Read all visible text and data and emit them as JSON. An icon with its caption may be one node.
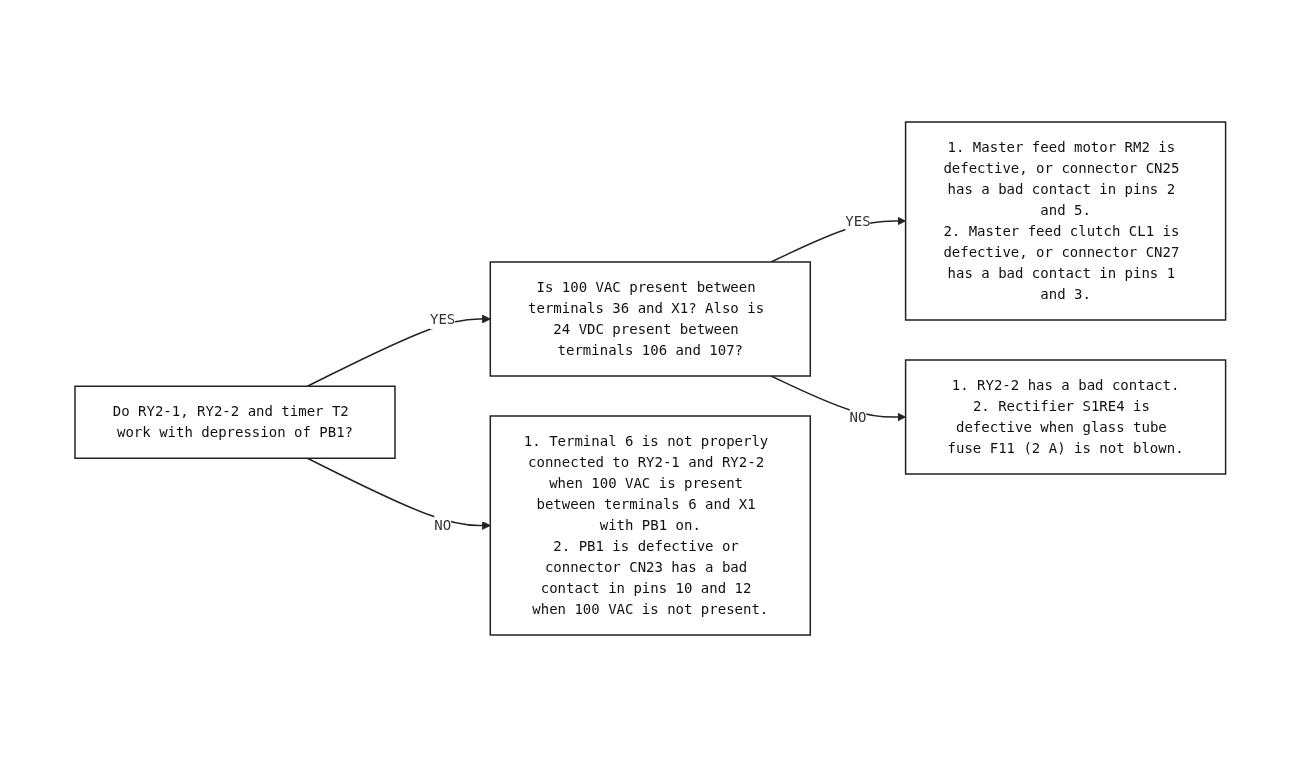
{
  "diagram": {
    "nodes": [
      {
        "text": [
          "Do RY2-1, RY2-2 and timer T2 work with depression of PB1?"
        ]
      },
      {
        "text": [
          "Is 100 VAC present between terminals 36 and X1? Also is 24 VDC present between terminals 106 and 107?"
        ]
      },
      {
        "text": [
          "1. Master feed motor RM2 is defective, or connector CN25 has a bad contact in pins 2 and 5.",
          "2. Master feed clutch CL1 is defective, or connector CN27 has a bad contact in pins 1 and 3."
        ]
      },
      {
        "text": [
          "1. Terminal 6 is not properly connected to RY2-1 and RY2-2 when 100 VAC is present between terminals 6 and X1 with PB1 on.",
          "2. PB1 is defective or connector CN23 has a bad contact in pins 10 and 12 when 100 VAC is not present."
        ]
      },
      {
        "text": [
          "1. RY2-2 has a bad contact.",
          "2. Rectifier S1RE4 is defective when glass tube fuse F11 (2 A) is not blown."
        ]
      }
    ],
    "edges": [
      {
        "from": 0,
        "to": 1,
        "arrow": "to",
        "label": "YES"
      },
      {
        "from": 1,
        "to": 2,
        "arrow": "to",
        "label": "YES"
      },
      {
        "from": 0,
        "to": 3,
        "arrow": "to",
        "label": "NO"
      },
      {
        "from": 1,
        "to": 4,
        "arrow": "to",
        "label": "NO"
      }
    ]
  }
}
